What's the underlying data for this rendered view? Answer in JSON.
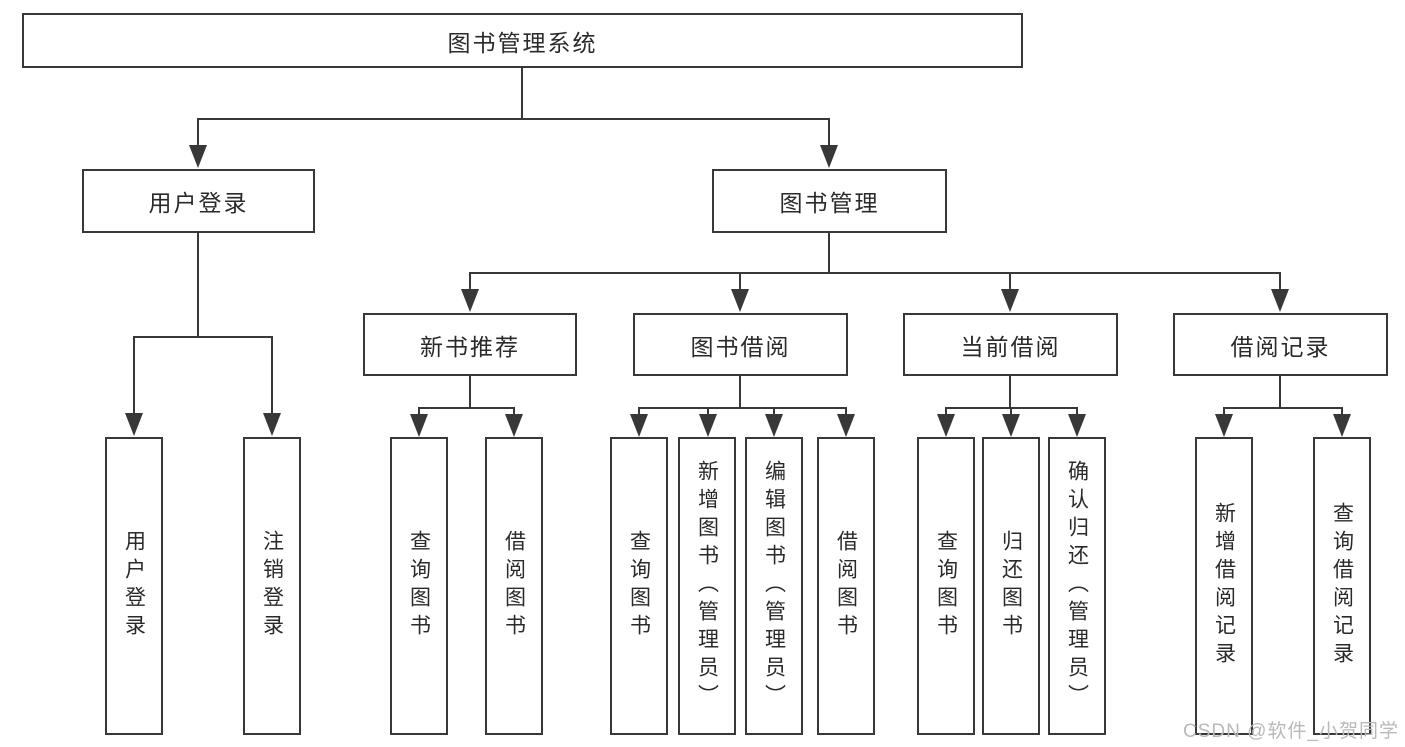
{
  "tree": {
    "label": "图书管理系统",
    "children": [
      {
        "label": "用户登录",
        "children": [
          {
            "label": "用户登录"
          },
          {
            "label": "注销登录"
          }
        ]
      },
      {
        "label": "图书管理",
        "children": [
          {
            "label": "新书推荐",
            "children": [
              {
                "label": "查询图书"
              },
              {
                "label": "借阅图书"
              }
            ]
          },
          {
            "label": "图书借阅",
            "children": [
              {
                "label": "查询图书"
              },
              {
                "label": "新增图书（管理员）"
              },
              {
                "label": "编辑图书（管理员）"
              },
              {
                "label": "借阅图书"
              }
            ]
          },
          {
            "label": "当前借阅",
            "children": [
              {
                "label": "查询图书"
              },
              {
                "label": "归还图书"
              },
              {
                "label": "确认归还（管理员）"
              }
            ]
          },
          {
            "label": "借阅记录",
            "children": [
              {
                "label": "新增借阅记录"
              },
              {
                "label": "查询借阅记录"
              }
            ]
          }
        ]
      }
    ]
  },
  "watermark": {
    "text": "CSDN @软件_小贺同学"
  },
  "colors": {
    "line": "#383838",
    "text": "#2a2a2a",
    "watermark": "#b9b9b9",
    "background": "#ffffff"
  }
}
